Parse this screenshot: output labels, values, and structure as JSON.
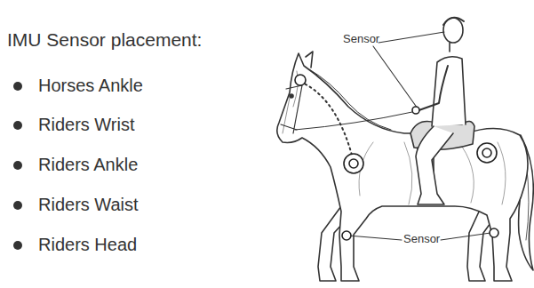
{
  "diagram": {
    "title": "IMU Sensor placement:",
    "labels": [
      "Horses Ankle",
      "Riders Wrist",
      "Riders Ankle",
      "Riders Waist",
      "Riders Head",
      "Sensor",
      "Sensor"
    ]
  }
}
